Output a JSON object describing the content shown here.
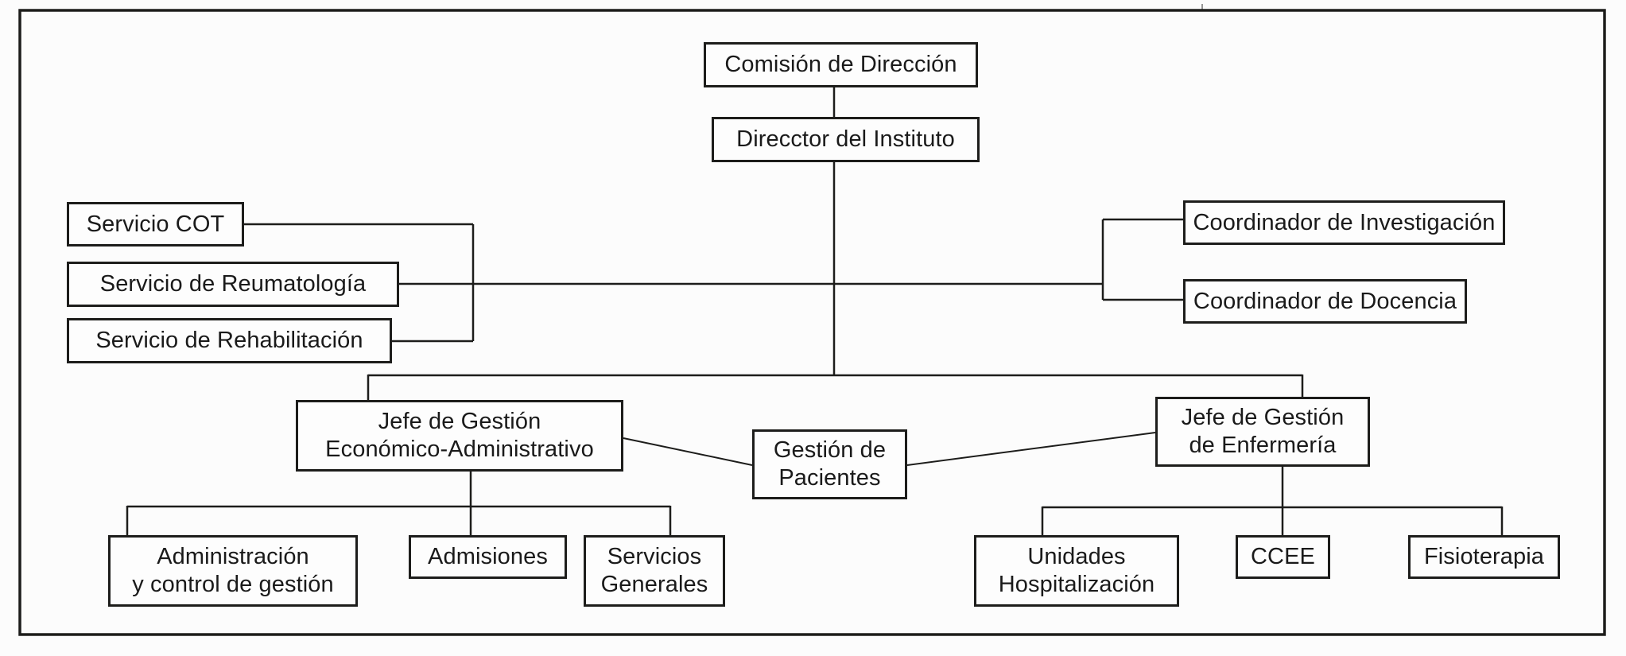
{
  "meta": {
    "ink_color": "#1d1d1b",
    "background_color": "#fcfcfc",
    "diagram_type": "organizational-chart"
  },
  "nodes": {
    "comision": {
      "label": "Comisión de Dirección"
    },
    "director": {
      "label": "Direcctor del Instituto"
    },
    "servicio_cot": {
      "label": "Servicio COT"
    },
    "servicio_reumatologia": {
      "label": "Servicio de Reumatología"
    },
    "servicio_rehabilitacion": {
      "label": "Servicio de Rehabilitación"
    },
    "coordinador_investigacion": {
      "label": "Coordinador de Investigación"
    },
    "coordinador_docencia": {
      "label": "Coordinador de Docencia"
    },
    "jefe_economico": {
      "label": "Jefe de Gestión\nEconómico-Administrativo"
    },
    "gestion_pacientes": {
      "label": "Gestión de\nPacientes"
    },
    "jefe_enfermeria": {
      "label": "Jefe de Gestión\nde Enfermería"
    },
    "administracion": {
      "label": "Administración\ny control de gestión"
    },
    "admisiones": {
      "label": "Admisiones"
    },
    "servicios_generales": {
      "label": "Servicios\nGenerales"
    },
    "unidades_hospitalizacion": {
      "label": "Unidades\nHospitalización"
    },
    "ccee": {
      "label": "CCEE"
    },
    "fisioterapia": {
      "label": "Fisioterapia"
    }
  }
}
